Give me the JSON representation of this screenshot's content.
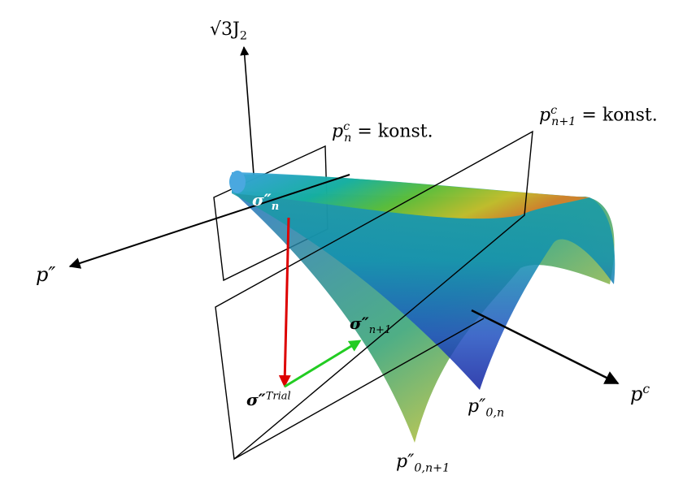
{
  "labels": {
    "vertical_axis": "√3J",
    "vertical_axis_sub": "2",
    "p_double_prime_axis": "p″",
    "pc_axis": "p",
    "pc_axis_sup": "c",
    "plane_n": {
      "base": "p",
      "sup": "c",
      "sub": "n",
      "rest": " = konst."
    },
    "plane_n1": {
      "base": "p",
      "sup": "c",
      "sub": "n+1",
      "rest": " = konst."
    },
    "sigma_n": {
      "base": "σ″",
      "sub": "n"
    },
    "sigma_n1": {
      "base": "σ″",
      "sub": "n+1"
    },
    "sigma_trial": {
      "base": "σ″",
      "sup": "Trial"
    },
    "p0n": {
      "base": "p″",
      "sub": "0,n"
    },
    "p0n1": {
      "base": "p″",
      "sub": "0,n+1"
    }
  },
  "colors": {
    "trial_vector": "#dd0000",
    "return_vector": "#22cc22",
    "axes": "#000000"
  }
}
